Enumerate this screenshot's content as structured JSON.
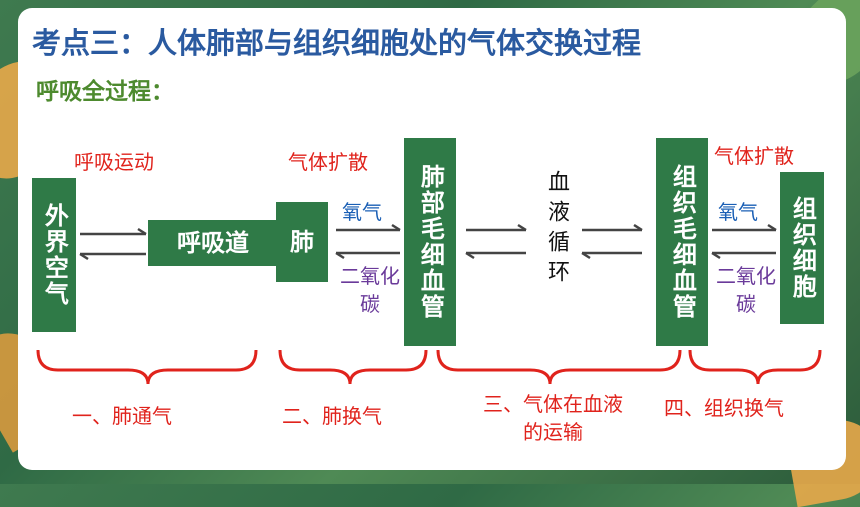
{
  "title": "考点三：人体肺部与组织细胞处的气体交换过程",
  "subtitle": "呼吸全过程：",
  "nodes": {
    "outer_air": "外界空气",
    "airway": "呼吸道",
    "lung": "肺",
    "lung_capillary": "肺部毛细血管",
    "blood_circulation": "血液循环",
    "tissue_capillary": "组织毛细血管",
    "tissue_cell": "组织细胞"
  },
  "labels": {
    "breathing_movement": "呼吸运动",
    "gas_diffusion_1": "气体扩散",
    "gas_diffusion_2": "气体扩散",
    "oxygen_1": "氧气",
    "co2_1": "二氧化碳",
    "oxygen_2": "氧气",
    "co2_2": "二氧化碳"
  },
  "stages": {
    "stage1": "一、肺通气",
    "stage2": "二、肺换气",
    "stage3": "三、气体在血液的运输",
    "stage4": "四、组织换气"
  },
  "colors": {
    "box_green": "#2f7a47",
    "title_blue": "#2a5aa0",
    "subtitle_green": "#4d8a2e",
    "stage_red": "#e0231c",
    "oxygen_blue": "#1a5fb5",
    "co2_purple": "#6a3a9a"
  }
}
